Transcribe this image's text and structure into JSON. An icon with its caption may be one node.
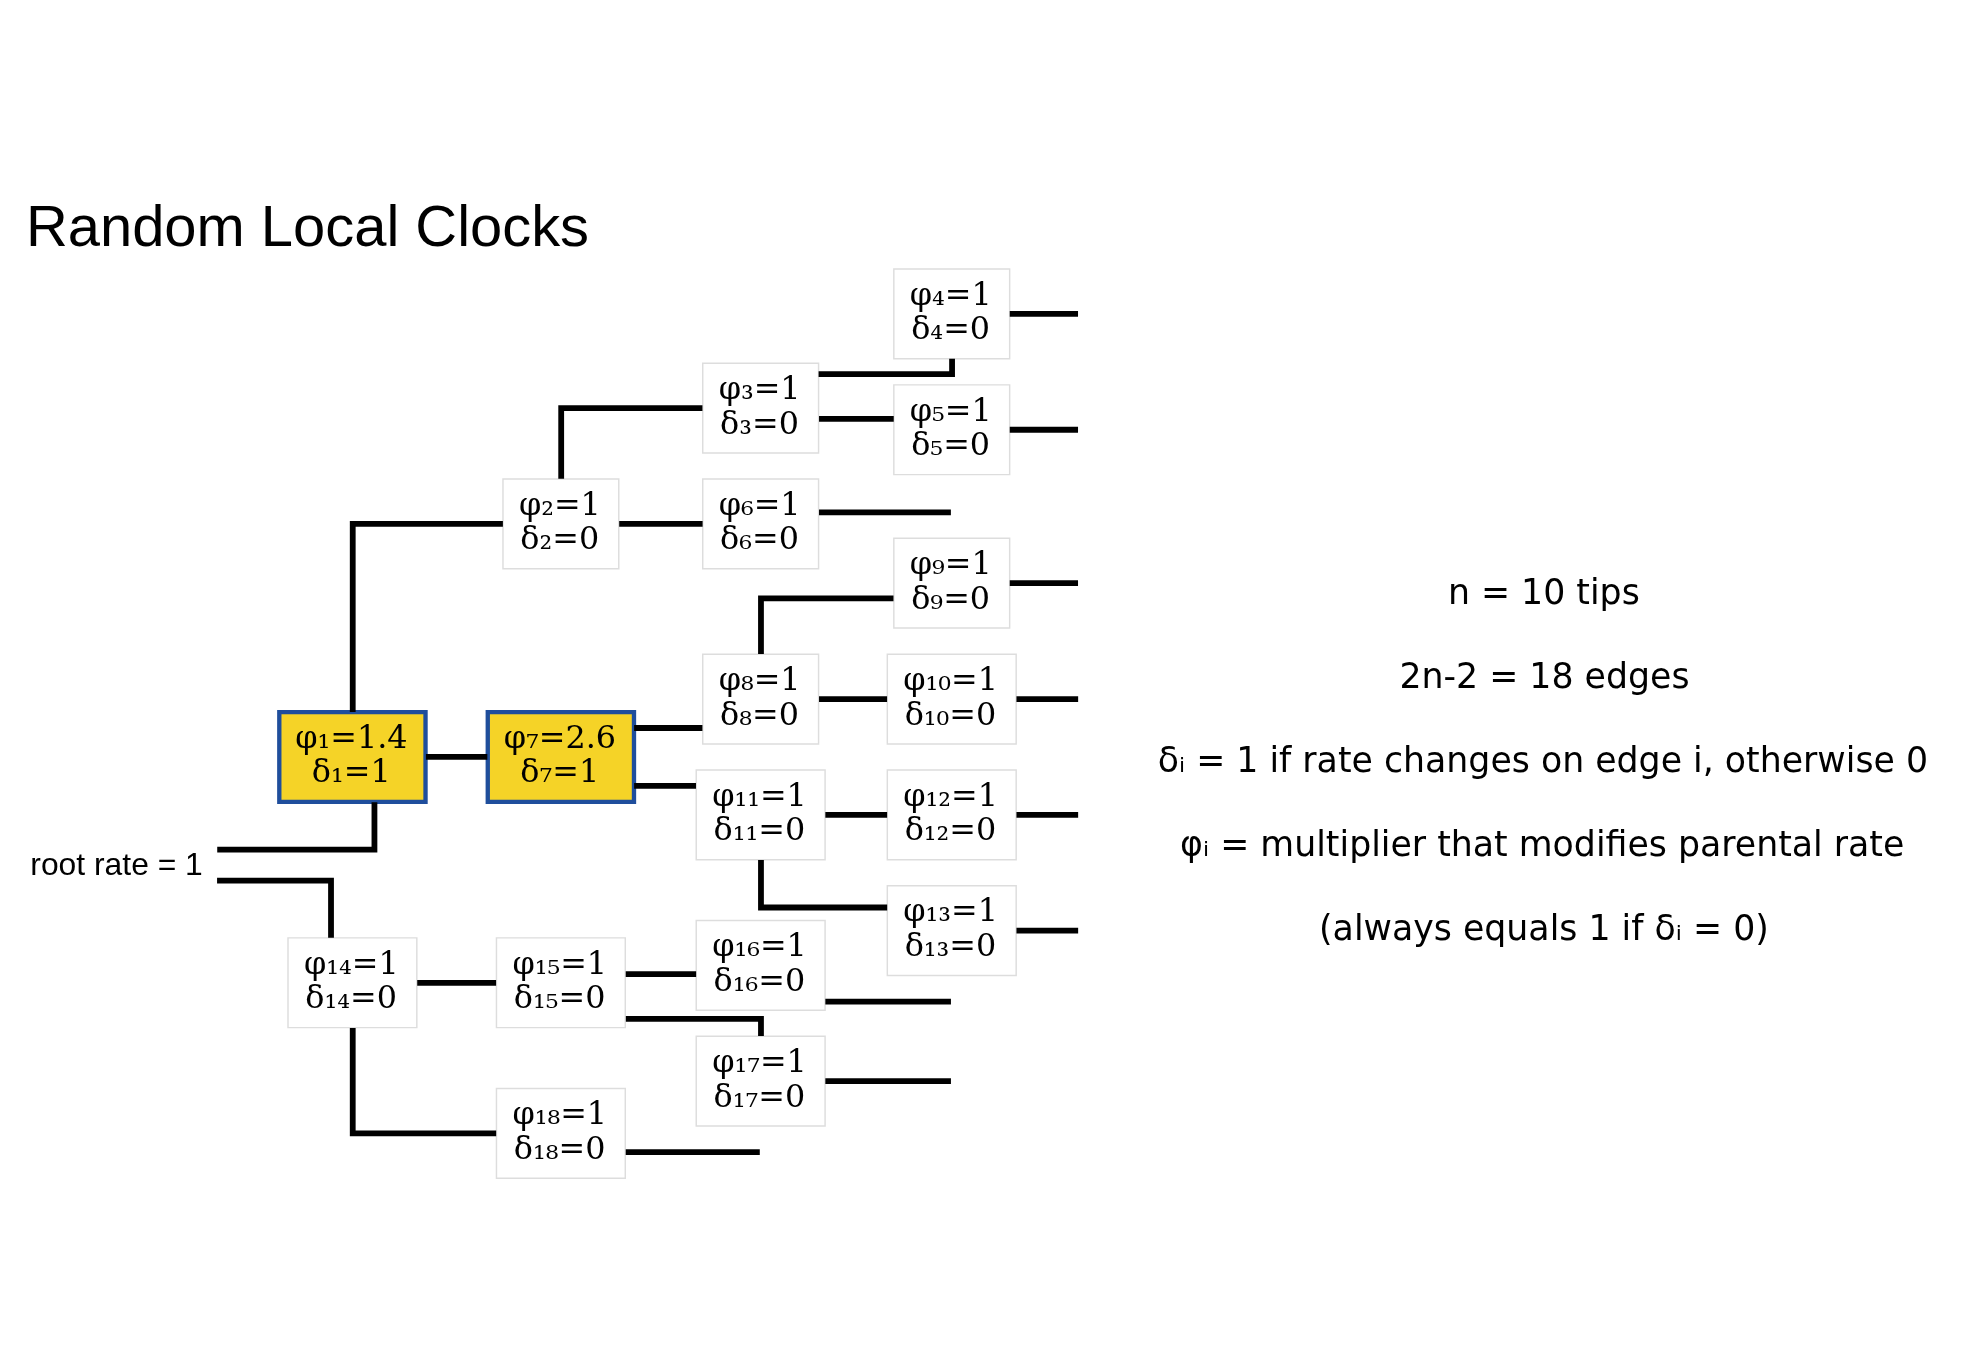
{
  "diagram": {
    "title": "Random Local Clocks",
    "nodes": [
      {
        "text": [
          "root rate = 1"
        ]
      },
      {
        "text": [
          "φ₁=1.4",
          "δ₁=1"
        ]
      },
      {
        "text": [
          "φ₂=1",
          "δ₂=0"
        ]
      },
      {
        "text": [
          "φ₃=1",
          "δ₃=0"
        ]
      },
      {
        "text": [
          "φ₄=1",
          "δ₄=0"
        ]
      },
      {
        "text": [
          "φ₅=1",
          "δ₅=0"
        ]
      },
      {
        "text": [
          "φ₆=1",
          "δ₆=0"
        ]
      },
      {
        "text": [
          "φ₇=2.6",
          "δ₇=1"
        ]
      },
      {
        "text": [
          "φ₈=1",
          "δ₈=0"
        ]
      },
      {
        "text": [
          "φ₉=1",
          "δ₉=0"
        ]
      },
      {
        "text": [
          "φ₁₀=1",
          "δ₁₀=0"
        ]
      },
      {
        "text": [
          "φ₁₁=1",
          "δ₁₁=0"
        ]
      },
      {
        "text": [
          "φ₁₂=1",
          "δ₁₂=0"
        ]
      },
      {
        "text": [
          "φ₁₃=1",
          "δ₁₃=0"
        ]
      },
      {
        "text": [
          "φ₁₄=1",
          "δ₁₄=0"
        ]
      },
      {
        "text": [
          "φ₁₅=1",
          "δ₁₅=0"
        ]
      },
      {
        "text": [
          "φ₁₆=1",
          "δ₁₆=0"
        ]
      },
      {
        "text": [
          "φ₁₇=1",
          "δ₁₇=0"
        ]
      },
      {
        "text": [
          "φ₁₈=1",
          "δ₁₈=0"
        ]
      }
    ],
    "edges": [
      {
        "from": 0,
        "to": 1,
        "arrow": "none"
      },
      {
        "from": 0,
        "to": 14,
        "arrow": "none"
      },
      {
        "from": 1,
        "to": 2,
        "arrow": "none"
      },
      {
        "from": 1,
        "to": 7,
        "arrow": "none"
      },
      {
        "from": 2,
        "to": 3,
        "arrow": "none"
      },
      {
        "from": 2,
        "to": 6,
        "arrow": "none"
      },
      {
        "from": 3,
        "to": 4,
        "arrow": "none"
      },
      {
        "from": 3,
        "to": 5,
        "arrow": "none"
      },
      {
        "from": 4,
        "to": null,
        "arrow": "none"
      },
      {
        "from": 5,
        "to": null,
        "arrow": "none"
      },
      {
        "from": 6,
        "to": null,
        "arrow": "none"
      },
      {
        "from": 7,
        "to": 8,
        "arrow": "none"
      },
      {
        "from": 7,
        "to": 11,
        "arrow": "none"
      },
      {
        "from": 8,
        "to": 9,
        "arrow": "none"
      },
      {
        "from": 8,
        "to": 10,
        "arrow": "none"
      },
      {
        "from": 9,
        "to": null,
        "arrow": "none"
      },
      {
        "from": 10,
        "to": null,
        "arrow": "none"
      },
      {
        "from": 11,
        "to": 12,
        "arrow": "none"
      },
      {
        "from": 11,
        "to": 13,
        "arrow": "none"
      },
      {
        "from": 12,
        "to": null,
        "arrow": "none"
      },
      {
        "from": 13,
        "to": null,
        "arrow": "none"
      },
      {
        "from": 14,
        "to": 15,
        "arrow": "none"
      },
      {
        "from": 14,
        "to": 18,
        "arrow": "none"
      },
      {
        "from": 15,
        "to": 16,
        "arrow": "none"
      },
      {
        "from": 15,
        "to": 17,
        "arrow": "none"
      },
      {
        "from": 16,
        "to": null,
        "arrow": "none"
      },
      {
        "from": 17,
        "to": null,
        "arrow": "none"
      },
      {
        "from": 18,
        "to": null,
        "arrow": "none"
      }
    ],
    "labels": [
      "n = 10 tips",
      "2n-2 = 18 edges",
      "δᵢ = 1 if rate changes on edge i, otherwise 0",
      "φᵢ = multiplier that modifies parental rate",
      "(always equals 1 if δᵢ = 0)"
    ]
  }
}
